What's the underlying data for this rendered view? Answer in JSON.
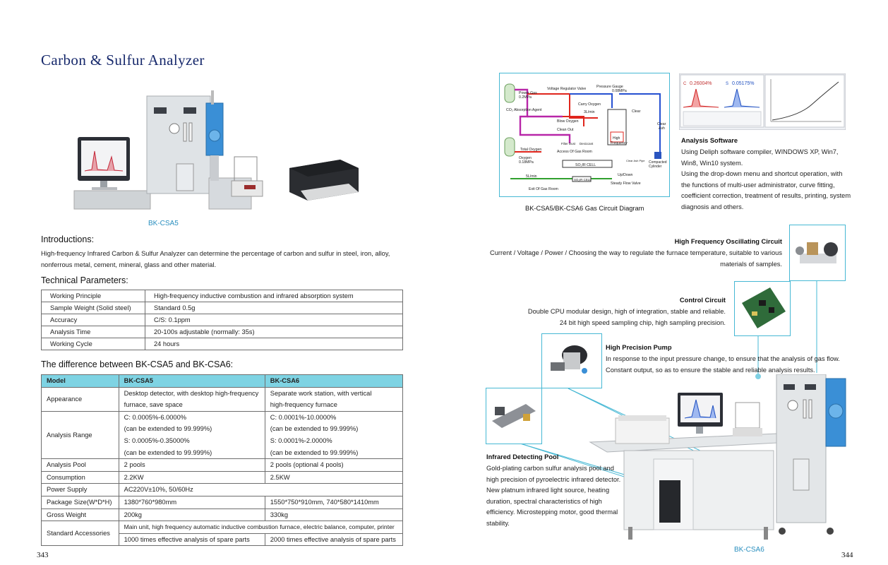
{
  "left_page": {
    "title": "Carbon & Sulfur Analyzer",
    "product_caption": "BK-CSA5",
    "intro_heading": "Introductions:",
    "intro_text": "High-frequency Infrared Carbon & Sulfur Analyzer can determine the percentage of carbon and sulfur in steel, iron, alloy, nonferrous metal, cement, mineral, glass and other material.",
    "tech_heading": "Technical Parameters:",
    "tech_params": [
      {
        "key": "Working Principle",
        "value": "High-frequency inductive combustion and infrared absorption system"
      },
      {
        "key": "Sample Weight (Solid steel)",
        "value": "Standard 0.5g"
      },
      {
        "key": "Accuracy",
        "value": "C/S: 0.1ppm"
      },
      {
        "key": "Analysis Time",
        "value": "20-100s adjustable (normally: 35s)"
      },
      {
        "key": "Working Cycle",
        "value": "24 hours"
      }
    ],
    "diff_heading": "The difference between BK-CSA5 and BK-CSA6:",
    "diff_header": {
      "model": "Model",
      "a": "BK-CSA5",
      "b": "BK-CSA6"
    },
    "diff": {
      "appearance": {
        "key": "Appearance",
        "a": [
          "Desktop detector, with desktop high-frequency",
          "furnace, save space"
        ],
        "b": [
          "Separate work station, with vertical",
          "high-frequency furnace"
        ]
      },
      "range": {
        "key": "Analysis Range",
        "a": [
          "C: 0.0005%-6.0000%",
          "(can be extended to 99.999%)",
          "S: 0.0005%-0.35000%",
          "(can be extended to 99.999%)"
        ],
        "b": [
          "C: 0.0001%-10.0000%",
          "(can be extended to 99.999%)",
          "S: 0.0001%-2.0000%",
          "(can be extended to 99.999%)"
        ]
      },
      "pool": {
        "key": "Analysis Pool",
        "a": "2 pools",
        "b": "2 pools (optional 4 pools)"
      },
      "consumption": {
        "key": "Consumption",
        "a": "2.2KW",
        "b": "2.5KW"
      },
      "power": {
        "key": "Power Supply",
        "a": "AC220V±10%, 50/60Hz"
      },
      "package": {
        "key": "Package Size(W*D*H)",
        "a": "1380*760*980mm",
        "b": "1550*750*910mm, 740*580*1410mm"
      },
      "weight": {
        "key": "Gross Weight",
        "a": "200kg",
        "b": "330kg"
      },
      "accessories": {
        "key": "Standard Accessories",
        "shared": "Main unit, high frequency automatic inductive combustion furnace, electric balance, computer, printer",
        "a": "1000 times effective analysis of spare parts",
        "b": "2000 times effective analysis of spare parts"
      }
    },
    "page_number": "343"
  },
  "right_page": {
    "diagram_caption": "BK-CSA5/BK-CSA6 Gas Circuit Diagram",
    "diagram_labels": {
      "power_gas": "Power Gas",
      "power_gas_p": "0.2MPa",
      "pressure_gauge": "Pressure Gauge",
      "pressure_gauge_p": "0.08MPa",
      "regulator": "Voltage Regulator Valve",
      "co2": "CO₂ Absorption Agent",
      "carry": "Carry Oxygen",
      "flow": "3L/min",
      "clear": "Clear",
      "clear_ash": "Clear",
      "ash": "Ash",
      "blow": "Blow Oxygen",
      "clean_out": "Clean Out",
      "filter": "Filter Dust",
      "desiccant": "Desiccant",
      "total": "Total Oxygen",
      "access": "Access Of Gas Room",
      "hf": "High",
      "hf2": "Frequency",
      "oxygen": "Oxygen",
      "oxygen_p": "0.18MPa",
      "so2": "SO₂IR CELL",
      "clear_ash_pipe": "Clear Ash Pipe",
      "compacted": "Compacted",
      "cylinder": "Cylinder",
      "updown": "Up/Down",
      "five": "5L/min",
      "so2b": "SO₂IR CELL",
      "exit": "Exit Of Gas Room",
      "steady": "Steady Flow Valve"
    },
    "software_readouts": {
      "c": "C",
      "c_val": "0.26004%",
      "s": "S",
      "s_val": "0.05175%"
    },
    "software_heading": "Analysis Software",
    "software_text": [
      "Using Deliph software compiler, WINDOWS XP, Win7,",
      "Win8, Win10 system.",
      "Using the drop-down menu and shortcut operation, with",
      "the functions of multi-user administrator, curve fitting,",
      "coefficient correction, treatment of results, printing, system",
      "diagnosis and others."
    ],
    "features": [
      {
        "id": "hf",
        "heading": "High Frequency Oscillating Circuit",
        "lines": [
          "Current / Voltage / Power / Choosing the way to regulate the furnace temperature, suitable to various",
          "materials of samples."
        ]
      },
      {
        "id": "control",
        "heading": "Control Circuit",
        "lines": [
          "Double CPU modular design, high of integration, stable and reliable.",
          "24 bit high speed sampling chip, high sampling precision."
        ]
      },
      {
        "id": "pump",
        "heading": "High Precision Pump",
        "lines": [
          "In response to the input pressure change, to ensure that the analysis of gas flow.",
          "Constant output, so as to ensure the stable and reliable analysis results."
        ]
      },
      {
        "id": "ir",
        "heading": "Infrared Detecting Pool",
        "lines": [
          "Gold-plating carbon sulfur analysis pool and",
          "high precision of pyroelectric infrared detector.",
          "New platnum infrared light source, heating",
          "duration, spectral characteristics of high",
          "efficiency. Microstepping motor, good thermal",
          "stability."
        ]
      }
    ],
    "product_caption": "BK-CSA6",
    "page_number": "344"
  },
  "colors": {
    "title": "#16286b",
    "accent": "#46b8d4",
    "table_header": "#7ed3e3",
    "caption": "#2a8fbf"
  }
}
